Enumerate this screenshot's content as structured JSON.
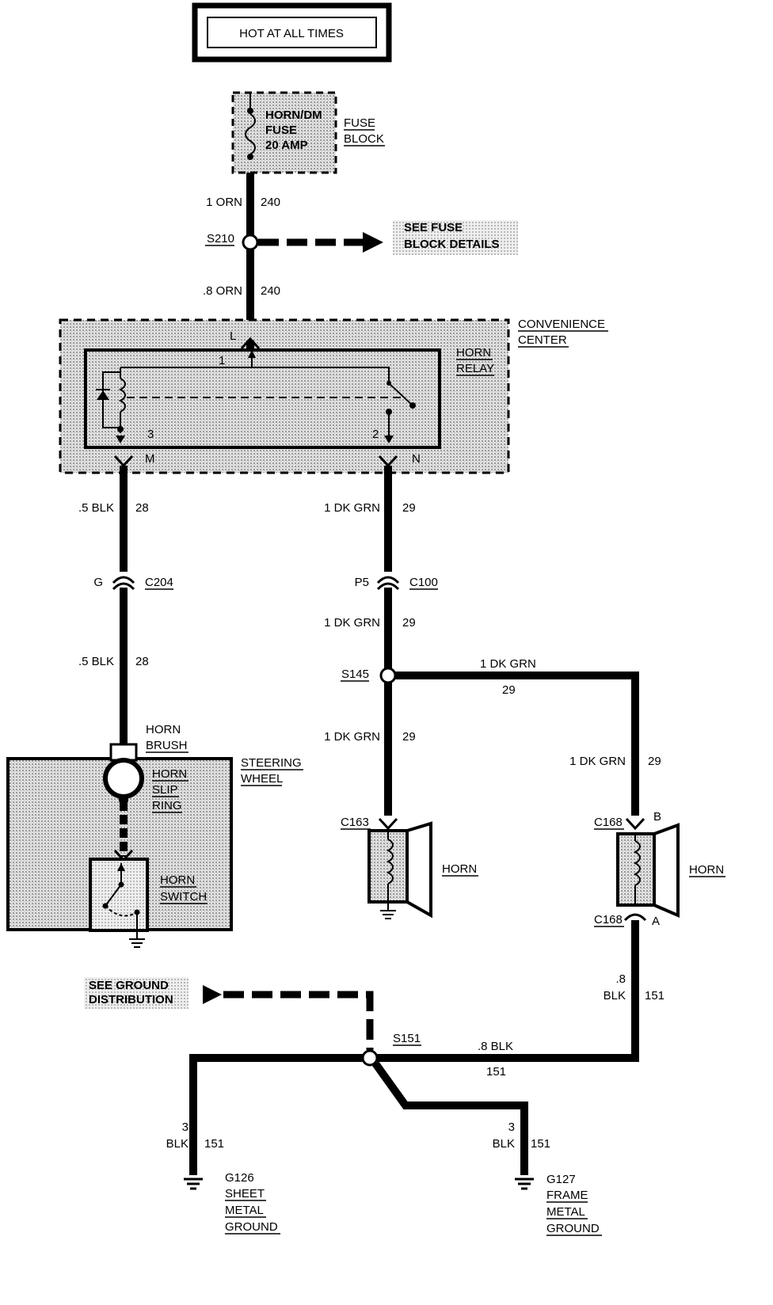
{
  "title": "HOT AT ALL TIMES",
  "fuse": {
    "name": "HORN/DM",
    "type": "FUSE",
    "rating": "20 AMP",
    "block_line1": "FUSE",
    "block_line2": "BLOCK"
  },
  "splice_s210": "S210",
  "see_fuse": {
    "line1": "SEE FUSE",
    "line2": "BLOCK DETAILS"
  },
  "wires": {
    "w240_top": {
      "gauge_color": "1 ORN",
      "circuit": "240"
    },
    "w240_bot": {
      "gauge_color": ".8 ORN",
      "circuit": "240"
    },
    "w28_top": {
      "gauge_color": ".5 BLK",
      "circuit": "28"
    },
    "w28_bot": {
      "gauge_color": ".5 BLK",
      "circuit": "28"
    },
    "w29_a": {
      "gauge_color": "1 DK GRN",
      "circuit": "29"
    },
    "w29_b": {
      "gauge_color": "1 DK GRN",
      "circuit": "29"
    },
    "w29_c": {
      "gauge_color": "1 DK GRN",
      "circuit": "29"
    },
    "w29_h": {
      "gauge_color": "1 DK GRN",
      "circuit": "29"
    },
    "w29_r": {
      "gauge_color": "1 DK GRN",
      "circuit": "29"
    },
    "w151_r": {
      "gauge": ".8",
      "color": "BLK",
      "circuit": "151"
    },
    "w151_h": {
      "gauge_color": ".8 BLK",
      "circuit": "151"
    },
    "w151_l": {
      "gauge": "3",
      "color": "BLK",
      "circuit": "151"
    },
    "w151_m": {
      "gauge": "3",
      "color": "BLK",
      "circuit": "151"
    }
  },
  "convenience_center": {
    "line1": "CONVENIENCE",
    "line2": "CENTER"
  },
  "relay": {
    "line1": "HORN",
    "line2": "RELAY",
    "pin1": "1",
    "pin2": "2",
    "pin3": "3",
    "term_l": "L",
    "term_m": "M",
    "term_n": "N"
  },
  "c204": {
    "pin": "G",
    "name": "C204"
  },
  "c100": {
    "pin": "P5",
    "name": "C100"
  },
  "s145": "S145",
  "horn_brush": {
    "line1": "HORN",
    "line2": "BRUSH"
  },
  "slip_ring": {
    "line1": "HORN",
    "line2": "SLIP",
    "line3": "RING"
  },
  "steering_wheel": {
    "line1": "STEERING",
    "line2": "WHEEL"
  },
  "horn_switch": {
    "line1": "HORN",
    "line2": "SWITCH"
  },
  "c163": "C163",
  "horn_left": "HORN",
  "c168_top": "C168",
  "c168_bot": "C168",
  "horn_right": {
    "label": "HORN",
    "pin_b": "B",
    "pin_a": "A"
  },
  "see_ground": {
    "line1": "SEE GROUND",
    "line2": "DISTRIBUTION"
  },
  "s151": "S151",
  "g126": {
    "line1": "G126",
    "line2": "SHEET",
    "line3": "METAL",
    "line4": "GROUND"
  },
  "g127": {
    "line1": "G127",
    "line2": "FRAME",
    "line3": "METAL",
    "line4": "GROUND"
  },
  "colors": {
    "shade": "#c8c8c8",
    "wire": "#000000"
  }
}
